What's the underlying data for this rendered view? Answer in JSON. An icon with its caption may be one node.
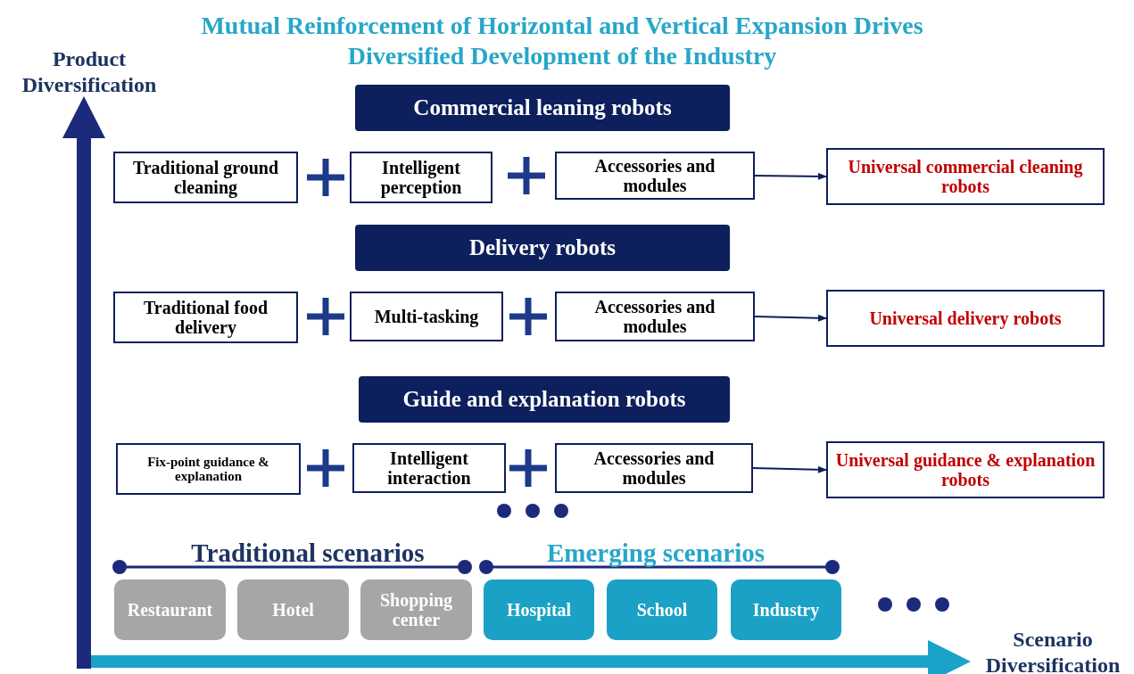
{
  "diagram": {
    "title": "Mutual Reinforcement of Horizontal and Vertical Expansion Drives Diversified Development of the Industry",
    "nodes": [
      {
        "text": [
          "Commercial leaning robots"
        ]
      },
      {
        "text": [
          "Traditional ground cleaning"
        ]
      },
      {
        "text": [
          "Intelligent perception"
        ]
      },
      {
        "text": [
          "Accessories and modules"
        ]
      },
      {
        "text": [
          "Universal commercial cleaning robots"
        ]
      },
      {
        "text": [
          "Delivery robots"
        ]
      },
      {
        "text": [
          "Traditional food delivery"
        ]
      },
      {
        "text": [
          "Multi-tasking"
        ]
      },
      {
        "text": [
          "Accessories and modules"
        ]
      },
      {
        "text": [
          "Universal delivery robots"
        ]
      },
      {
        "text": [
          "Guide and explanation robots"
        ]
      },
      {
        "text": [
          "Fix-point guidance & explanation"
        ]
      },
      {
        "text": [
          "Intelligent interaction"
        ]
      },
      {
        "text": [
          "Accessories and modules"
        ]
      },
      {
        "text": [
          "Universal guidance & explanation robots"
        ]
      },
      {
        "text": [
          "Restaurant"
        ]
      },
      {
        "text": [
          "Hotel"
        ]
      },
      {
        "text": [
          "Shopping center"
        ]
      },
      {
        "text": [
          "Hospital"
        ]
      },
      {
        "text": [
          "School"
        ]
      },
      {
        "text": [
          "Industry"
        ]
      }
    ],
    "edges": [
      {
        "from": 3,
        "to": 4,
        "arrow": "to"
      },
      {
        "from": 8,
        "to": 9,
        "arrow": "to"
      },
      {
        "from": 13,
        "to": 14,
        "arrow": "to"
      }
    ],
    "labels": [
      "Product Diversification",
      "Traditional scenarios",
      "Emerging scenarios",
      "Scenario Diversification"
    ]
  }
}
